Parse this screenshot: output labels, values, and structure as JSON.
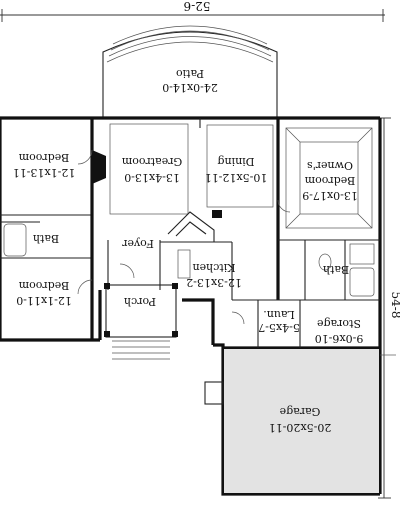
{
  "plan": {
    "width_dimension": "52-6",
    "depth_dimension": "54-8",
    "rooms": {
      "patio": {
        "name": "Patio",
        "size": "24-0x14-0"
      },
      "greatroom": {
        "name": "Greatroom",
        "size": "13-4x13-0"
      },
      "dining": {
        "name": "Dining",
        "size": "10-5x12-11"
      },
      "owners_bedroom": {
        "name_line1": "Owner's",
        "name_line2": "Bedroom",
        "size": "13-0x17-9"
      },
      "bedroom_upper": {
        "name": "Bedroom",
        "size": "12-1x13-11"
      },
      "bedroom_lower": {
        "name": "Bedroom",
        "size": "12-1x11-0"
      },
      "bath_left": {
        "name": "Bath"
      },
      "bath_right": {
        "name": "Bath"
      },
      "foyer": {
        "name": "Foyer"
      },
      "porch": {
        "name": "Porch"
      },
      "kitchen": {
        "name": "Kitchen",
        "size": "12-3x13-2"
      },
      "laundry": {
        "name": "Laun.",
        "size": "5-4x5-7"
      },
      "storage": {
        "name": "Storage",
        "size": "9-0x6-10"
      },
      "garage": {
        "name": "Garage",
        "size": "20-5x20-11"
      }
    }
  }
}
